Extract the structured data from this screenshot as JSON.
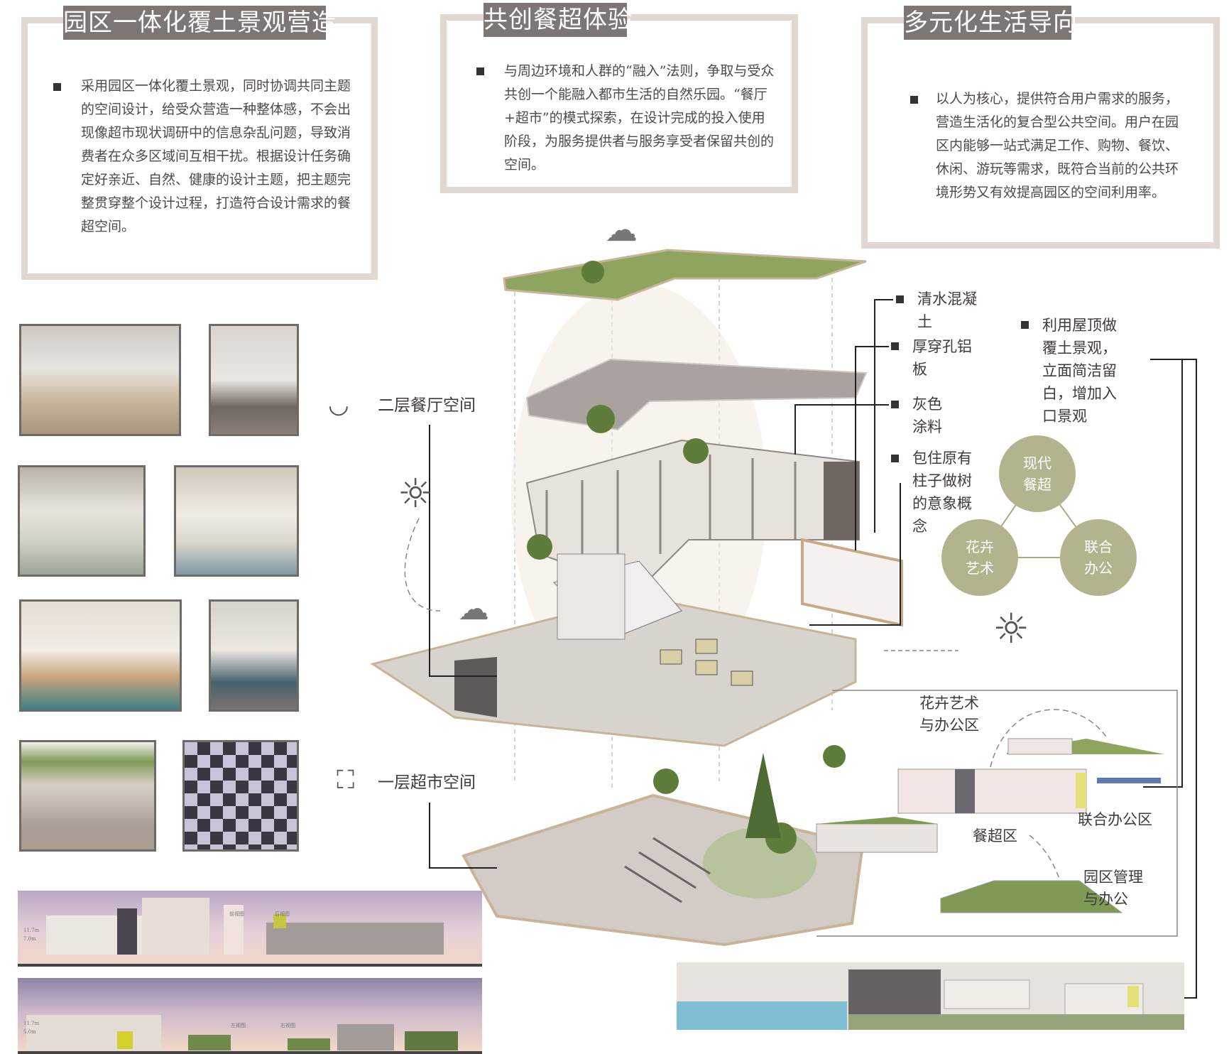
{
  "panels": [
    {
      "title": "园区一体化覆土景观营造",
      "body": "采用园区一体化覆土景观，同时协调共同主题的空间设计，给受众营造一种整体感，不会出现像超市现状调研中的信息杂乱问题，导致消费者在众多区域间互相干扰。根据设计任务确定好亲近、自然、健康的设计主题，把主题完整贯穿整个设计过程，打造符合设计需求的餐超空间。"
    },
    {
      "title": "共创餐超体验",
      "body": "与周边环境和人群的“融入”法则，争取与受众共创一个能融入都市生活的自然乐园。“餐厅+超市”的模式探索，在设计完成的投入使用阶段，为服务提供者与服务享受者保留共创的空间。"
    },
    {
      "title": "多元化生活导向",
      "body": "以人为核心，提供符合用户需求的服务，营造生活化的复合型公共空间。用户在园区内能够一站式满足工作、购物、餐饮、休闲、游玩等需求，既符合当前的公共环境形势又有效提高园区的空间利用率。"
    }
  ],
  "floors": {
    "upper": "二层餐厅空间",
    "lower": "一层超市空间"
  },
  "materials": [
    "清水混凝土",
    "厚穿孔铝板",
    "灰色涂料",
    "包住原有柱子做树的意象概念"
  ],
  "roof_note": "利用屋顶做覆土景观，立面简洁留白，增加入口景观",
  "concept": {
    "top": "现代餐超",
    "left": "花卉艺术",
    "right": "联合办公"
  },
  "zones": {
    "flower_office": "花卉艺术与办公区",
    "cowork": "联合办公区",
    "dining_market": "餐超区",
    "park_mgmt": "园区管理与办公"
  },
  "elevations": {
    "top": {
      "h1": "11.7m",
      "h2": "7.0m",
      "v1": "前视图",
      "v2": "后视图"
    },
    "bottom": {
      "h1": "11.7m",
      "h2": "5.0m",
      "v1": "左视图",
      "v2": "右视图"
    }
  },
  "colors": {
    "tab": "#7d7674",
    "frame": "#e2d8d2",
    "concept": "#b3b48e",
    "roof_green": "#7f9a55"
  }
}
